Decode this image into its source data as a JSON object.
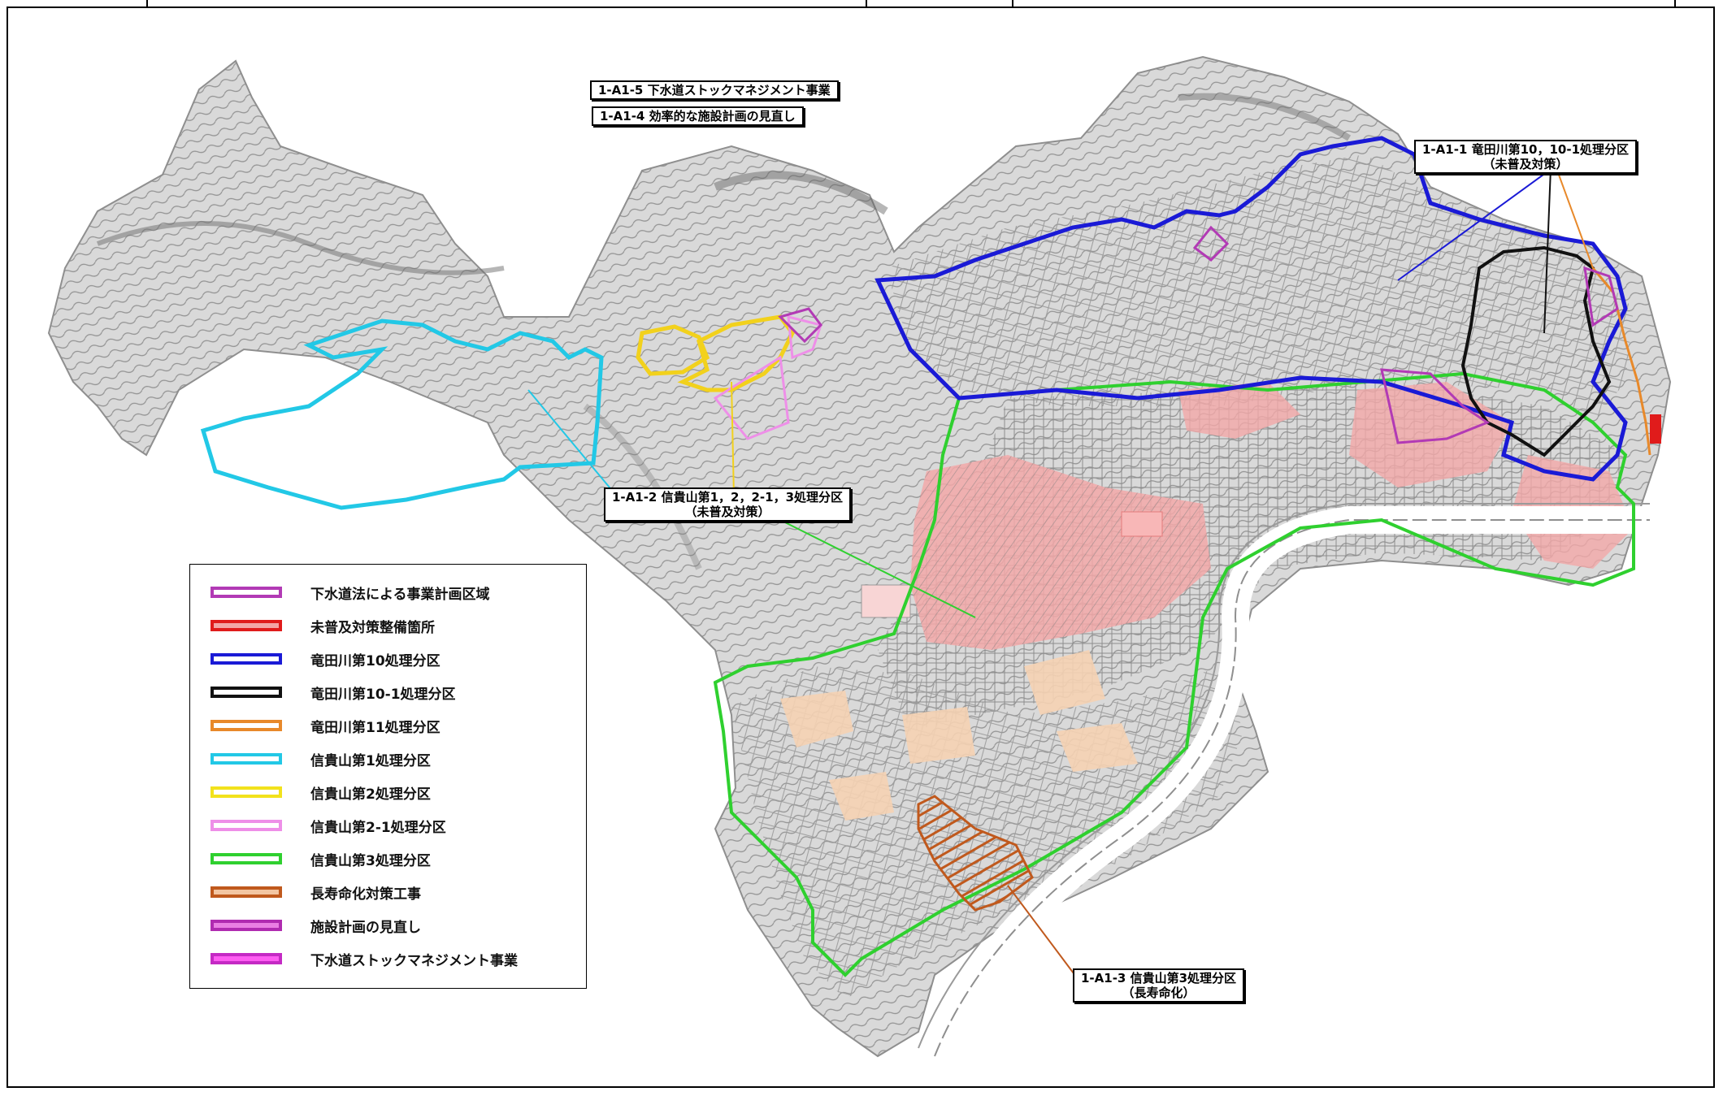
{
  "callouts": {
    "stock_mgmt": "1-A1-5 下水道ストックマネジメント事業",
    "facility_review": "1-A1-4 効率的な施設計画の見直し",
    "tatsuta": [
      "1-A1-1 竜田川第10，10-1処理分区",
      "（未普及対策）"
    ],
    "shigi": [
      "1-A1-2 信貴山第1，2，2-1，3処理分区",
      "（未普及対策）"
    ],
    "shigi3": [
      "1-A1-3 信貴山第3処理分区",
      "（長寿命化）"
    ]
  },
  "legend": [
    {
      "label": "下水道法による事業計画区域",
      "border": "#b23ab5",
      "fill": "#ffffff"
    },
    {
      "label": "未普及対策整備箇所",
      "border": "#e01b1b",
      "fill": "#f3a6a6"
    },
    {
      "label": "竜田川第10処理分区",
      "border": "#1a1ad6",
      "fill": "#ffffff"
    },
    {
      "label": "竜田川第10-1処理分区",
      "border": "#111111",
      "fill": "#ffffff"
    },
    {
      "label": "竜田川第11処理分区",
      "border": "#e8892a",
      "fill": "#ffffff"
    },
    {
      "label": "信貴山第1処理分区",
      "border": "#22c8e6",
      "fill": "#ffffff"
    },
    {
      "label": "信貴山第2処理分区",
      "border": "#f2e21c",
      "fill": "#ffffff"
    },
    {
      "label": "信貴山第2-1処理分区",
      "border": "#ee8fe8",
      "fill": "#ffffff"
    },
    {
      "label": "信貴山第3処理分区",
      "border": "#2fd02f",
      "fill": "#ffffff"
    },
    {
      "label": "長寿命化対策工事",
      "border": "#c0591d",
      "fill": "#f3c6a2"
    },
    {
      "label": "施設計画の見直し",
      "border": "#b02bb0",
      "fill": "#ea7fe3"
    },
    {
      "label": "下水道ストックマネジメント事業",
      "border": "#c42ac4",
      "fill": "#ff5cf2"
    }
  ],
  "colors": {
    "terrain": "#d9d9d9",
    "terrain_dark": "#9a9a9a",
    "unserved": "#f2a8a8",
    "longevity_fill": "#f5d2b3",
    "tatsuta10": "#1a1ad6",
    "tatsuta10_1": "#111111",
    "tatsuta11": "#e8892a",
    "shigi1": "#22c8e6",
    "shigi2": "#f2e21c",
    "shigi2_1": "#ee8fe8",
    "shigi3": "#2fd02f",
    "plan_area": "#b23ab5",
    "longevity": "#c0591d"
  }
}
